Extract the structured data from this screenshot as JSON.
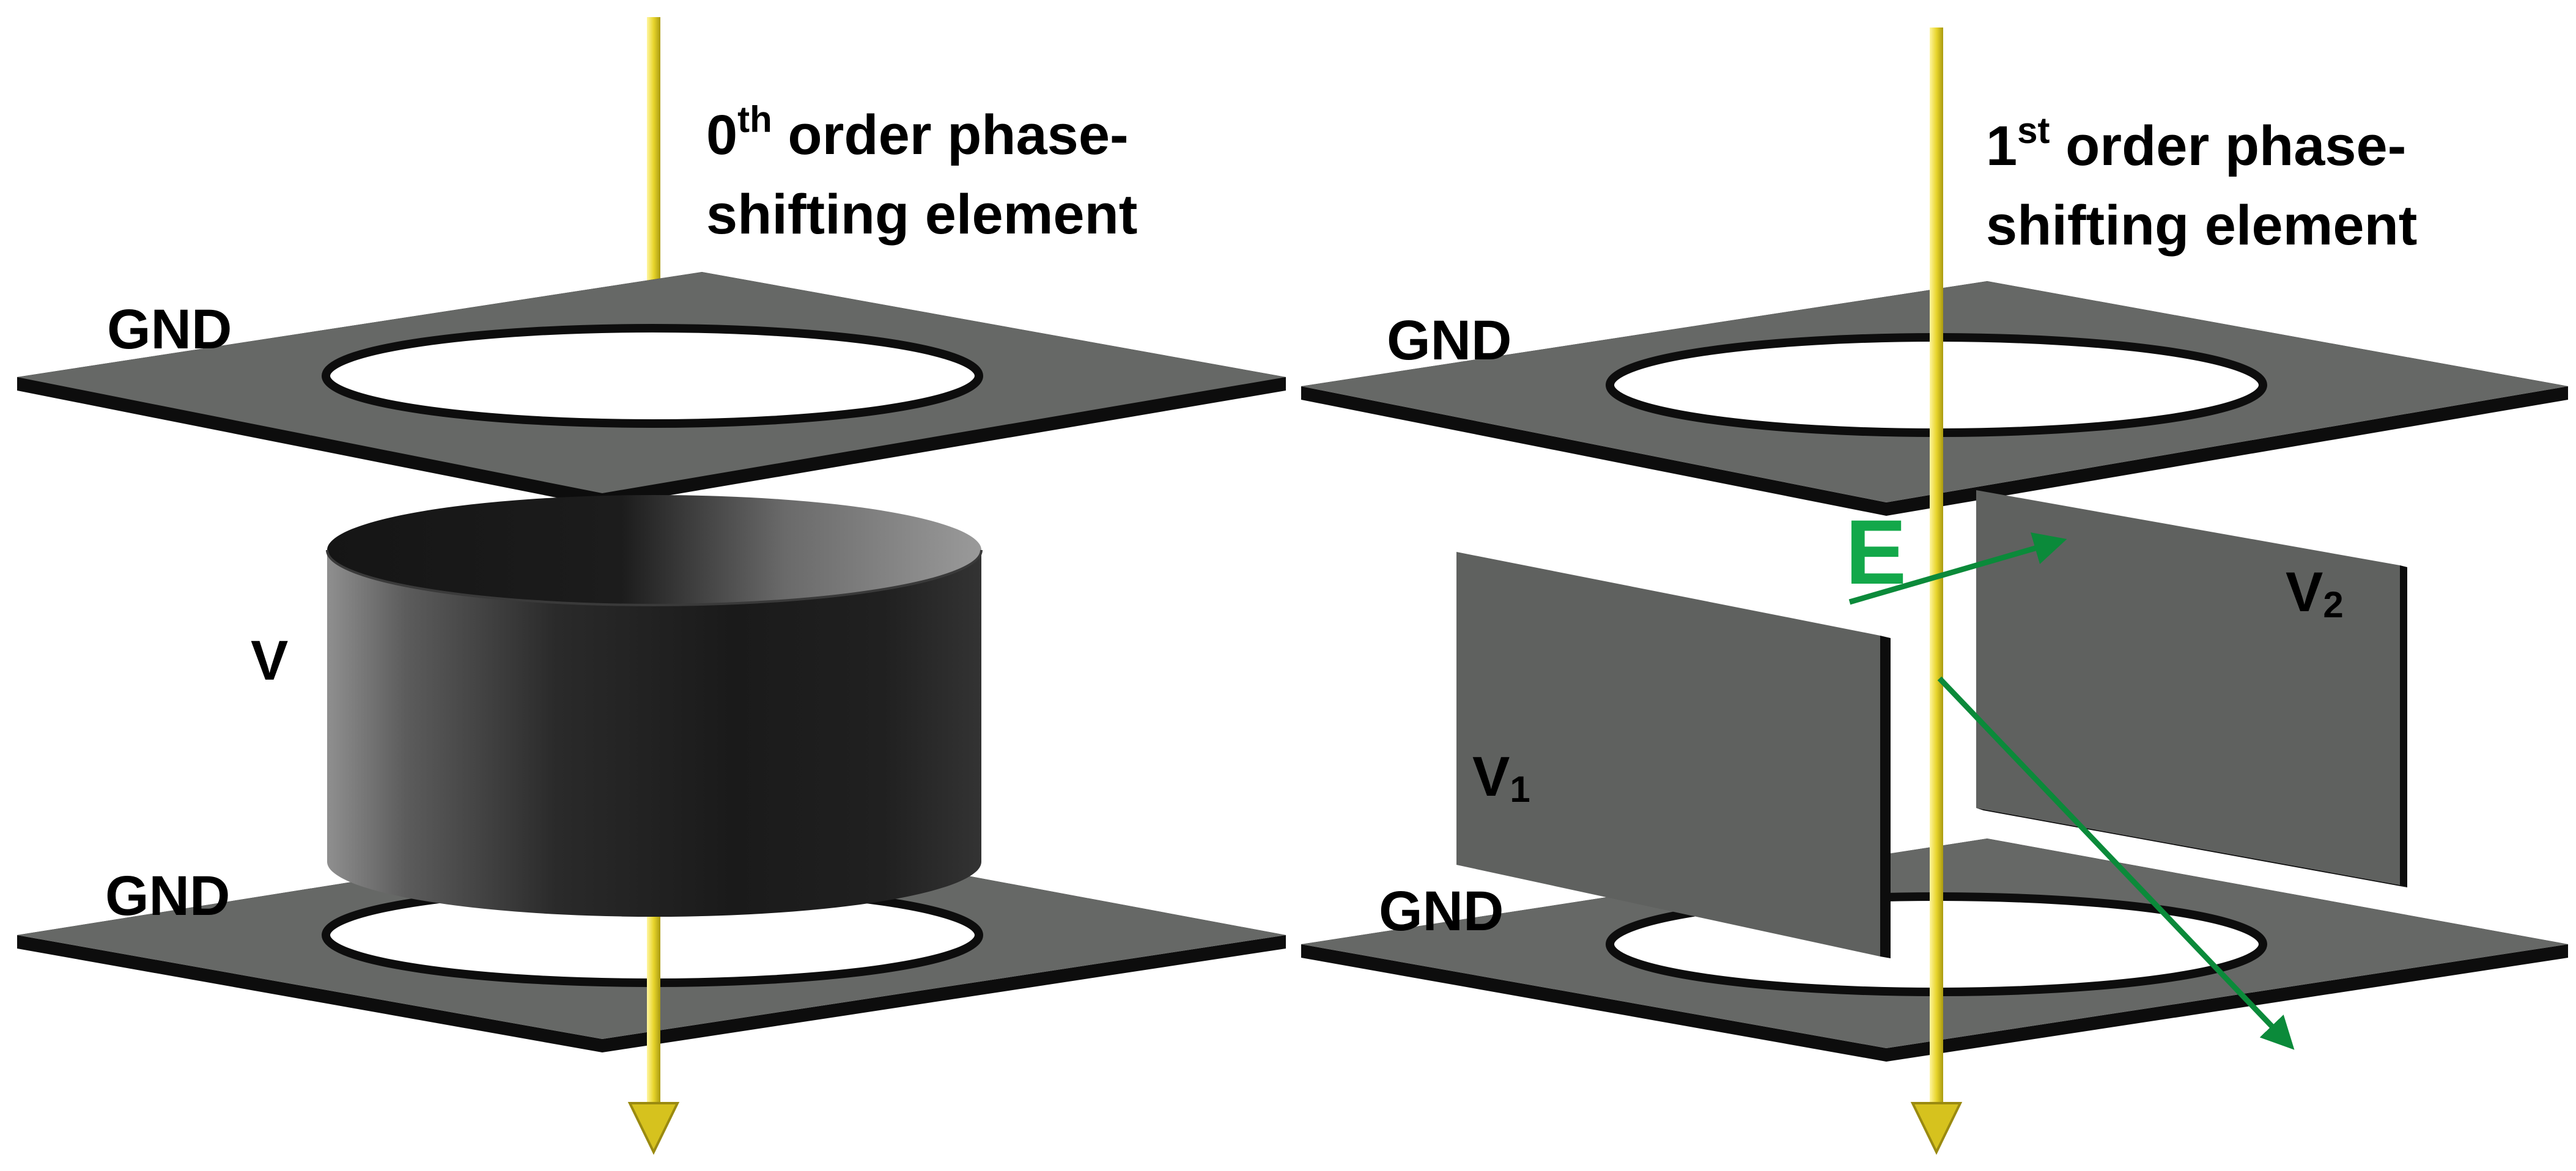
{
  "panels": [
    {
      "id": "left",
      "title_line1_pre": "0",
      "title_line1_sup": "th",
      "title_line1_post": " order phase-",
      "title_line2": "shifting element",
      "gnd_top": "GND",
      "gnd_bottom": "GND",
      "electrode_label": "V"
    },
    {
      "id": "right",
      "title_line1_pre": "1",
      "title_line1_sup": "st",
      "title_line1_post": " order phase-",
      "title_line2": "shifting element",
      "gnd_top": "GND",
      "gnd_bottom": "GND",
      "electrode1_label": "V",
      "electrode1_sub": "1",
      "electrode2_label": "V",
      "electrode2_sub": "2",
      "field_label": "E"
    }
  ],
  "colors": {
    "plate_top": "#666866",
    "plate_edge": "#0d0d0d",
    "beam": "#e6d32a",
    "beam_dark": "#9a8a10",
    "field": "#0b8a3a",
    "field_label": "#13a84a",
    "electrode": "#5f615f",
    "cylinder_dark": "#1c1c1c",
    "cylinder_light": "#8a8a8a"
  }
}
